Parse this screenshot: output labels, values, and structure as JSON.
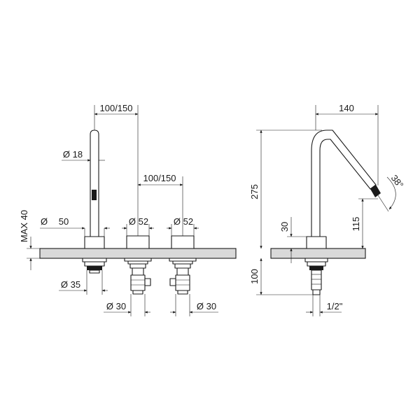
{
  "front_view": {
    "dims": {
      "spout_to_valve": "100/150",
      "valve_to_valve": "100/150",
      "spout_dia": "Ø 18",
      "base_dia": "Ø",
      "base_value": "50",
      "valve_dia_left": "Ø 52",
      "valve_dia_right": "Ø 52",
      "deck_max": "MAX 40",
      "nut_dia": "Ø 35",
      "pipe_dia_left": "Ø 30",
      "pipe_dia_right": "Ø 30"
    }
  },
  "side_view": {
    "dims": {
      "reach": "140",
      "height": "275",
      "angle": "38°",
      "spout_height": "115",
      "base_height": "30",
      "under_deck": "100",
      "thread": "1/2\""
    }
  }
}
